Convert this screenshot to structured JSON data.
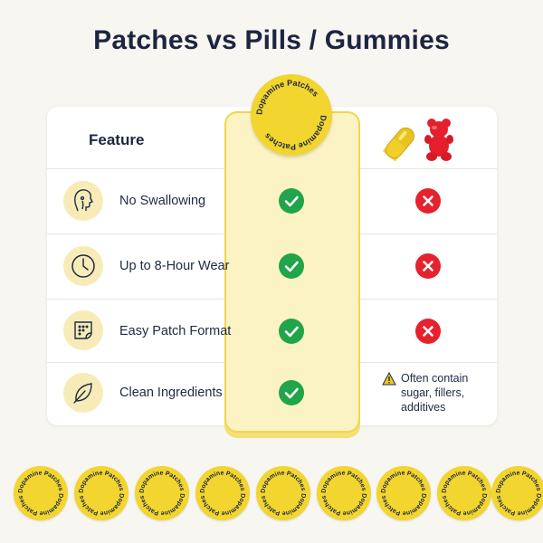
{
  "title": "Patches vs Pills / Gummies",
  "table": {
    "feature_header": "Feature",
    "patch_badge_text": "Dopamine Patches",
    "column_icons": [
      "pill-icon",
      "gummy-bear-icon"
    ],
    "rows": [
      {
        "label": "No Swallowing",
        "icon": "head-throat-icon",
        "patches": "check",
        "pills": "cross"
      },
      {
        "label": "Up to 8-Hour Wear",
        "icon": "clock-icon",
        "patches": "check",
        "pills": "cross"
      },
      {
        "label": "Easy Patch Format",
        "icon": "patch-icon",
        "patches": "check",
        "pills": "cross"
      },
      {
        "label": "Clean Ingredients",
        "icon": "leaf-icon",
        "patches": "check",
        "pills": "warning"
      }
    ],
    "warning_lines": [
      "Often contain",
      "sugar, fillers,",
      "additives"
    ]
  },
  "colors": {
    "background": "#f8f6f0",
    "accent_yellow": "#f2d52e",
    "highlight_fill": "#fbf3c4",
    "check_green": "#21a44a",
    "cross_red": "#e5222d",
    "title_navy": "#1c2541"
  }
}
